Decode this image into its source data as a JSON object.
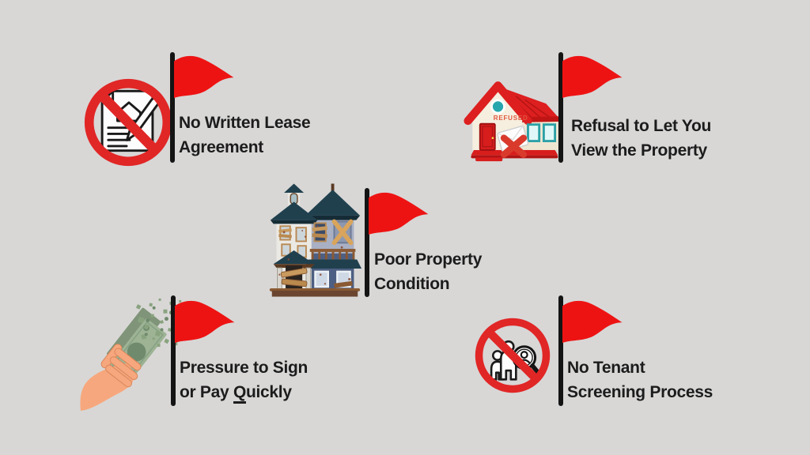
{
  "colors": {
    "background": "#d8d7d6",
    "flag_red": "#ee1313",
    "prohibition_red": "#e12626",
    "pole_black": "#141414",
    "text_black": "#1c1c1c"
  },
  "items": [
    {
      "name": "no-written-lease-agreement",
      "icon": "prohibited-lease-document-icon",
      "label_lines": [
        "No Written Lease",
        "Agreement"
      ]
    },
    {
      "name": "refusal-to-view-property",
      "icon": "refused-house-icon",
      "stamp_text": "REFUSED",
      "label_lines": [
        "Refusal to Let You",
        "View the Property"
      ]
    },
    {
      "name": "poor-property-condition",
      "icon": "rundown-house-icon",
      "label_lines": [
        "Poor Property",
        "Condition"
      ]
    },
    {
      "name": "pressure-to-sign-or-pay-quickly",
      "icon": "hand-losing-money-icon",
      "label_line1": "Pressure to Sign",
      "label_line2": {
        "prefix": "or Pay ",
        "underlined": "Q",
        "suffix": "uickly"
      }
    },
    {
      "name": "no-tenant-screening-process",
      "icon": "prohibited-tenant-screening-icon",
      "label_lines": [
        "No Tenant",
        "Screening Process"
      ]
    }
  ]
}
